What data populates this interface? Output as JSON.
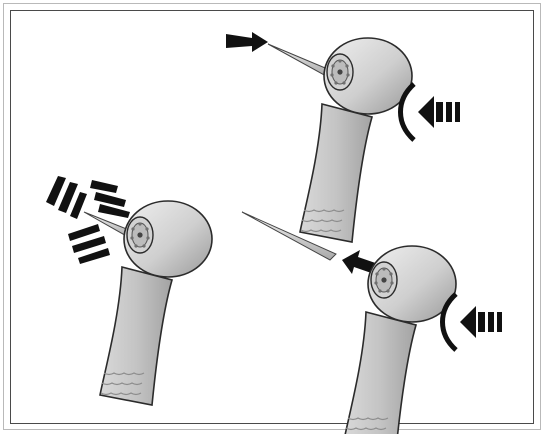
{
  "figure": {
    "panels": [
      {
        "id": "insert-bur",
        "description_icons": [
          "handpiece-icon",
          "bur-icon",
          "push-arrow-icon",
          "press-button-arrow-icon"
        ]
      },
      {
        "id": "bur-ejected",
        "description_icons": [
          "handpiece-icon",
          "bur-icon",
          "pull-arrow-icon",
          "press-button-arrow-icon"
        ]
      },
      {
        "id": "bur-check",
        "description_icons": [
          "handpiece-icon",
          "bur-icon",
          "wobble-icon"
        ]
      }
    ],
    "colors": {
      "body_light": "#e4e4e4",
      "body_mid": "#bdbdbd",
      "body_dark": "#8a8a8a",
      "outline": "#2b2b2b",
      "arrow": "#111111",
      "frame": "#4a4a4a"
    }
  }
}
